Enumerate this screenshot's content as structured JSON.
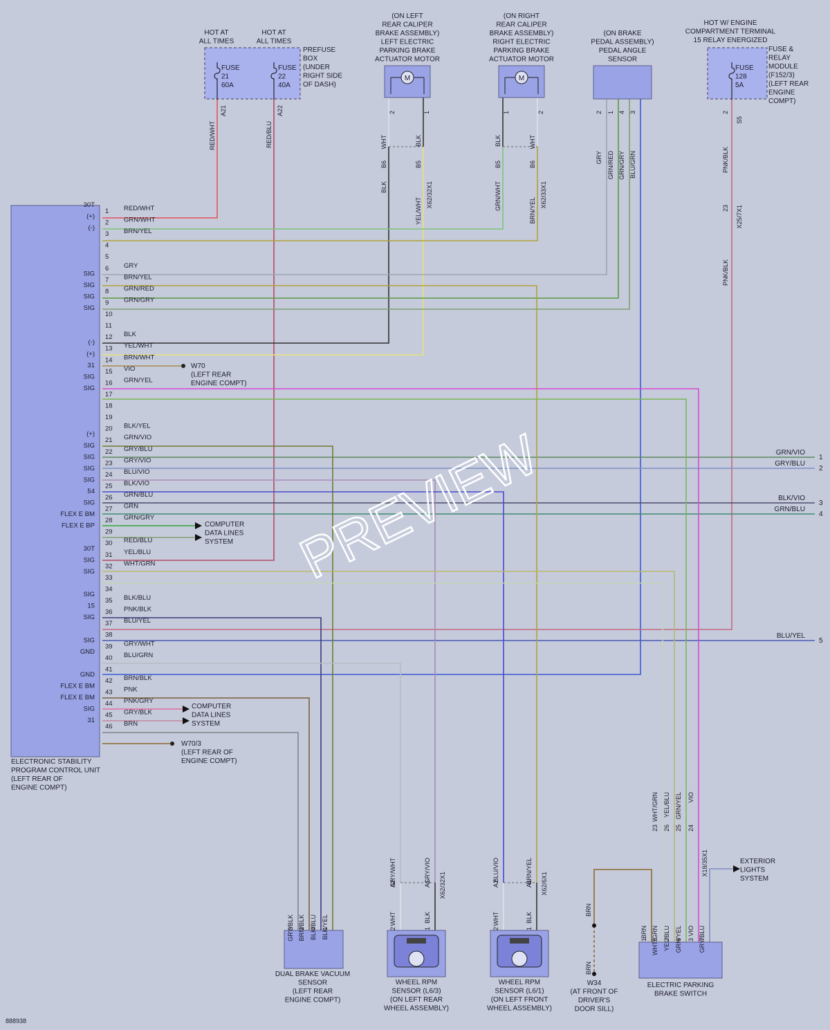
{
  "diagram_id": "888938",
  "watermark": "PREVIEW",
  "colors": {
    "background": "#c6cbdb",
    "component_fill": "#9aa3e6",
    "component_stroke": "#5a5f8a",
    "fuse_fill": "#aab2ee"
  },
  "module": {
    "caption": [
      "ELECTRONIC STABILITY",
      "PROGRAM CONTROL UNIT",
      "(LEFT REAR OF",
      "ENGINE COMPT)"
    ],
    "pins": [
      {
        "n": "1",
        "t": "30T",
        "w": "RED/WHT",
        "c": "#e2555a"
      },
      {
        "n": "2",
        "t": "(+)",
        "w": "GRN/WHT",
        "c": "#7cc47a"
      },
      {
        "n": "3",
        "t": "(-)",
        "w": "BRN/YEL",
        "c": "#b0a23a"
      },
      {
        "n": "4",
        "t": "",
        "w": "",
        "c": ""
      },
      {
        "n": "5",
        "t": "",
        "w": "",
        "c": ""
      },
      {
        "n": "6",
        "t": "",
        "w": "GRY",
        "c": "#9aa6b4"
      },
      {
        "n": "7",
        "t": "SIG",
        "w": "BRN/YEL",
        "c": "#b0a23a"
      },
      {
        "n": "8",
        "t": "SIG",
        "w": "GRN/RED",
        "c": "#5a9a40"
      },
      {
        "n": "9",
        "t": "SIG",
        "w": "GRN/GRY",
        "c": "#7fa070"
      },
      {
        "n": "10",
        "t": "SIG",
        "w": "",
        "c": ""
      },
      {
        "n": "11",
        "t": "",
        "w": "",
        "c": ""
      },
      {
        "n": "12",
        "t": "",
        "w": "BLK",
        "c": "#333333"
      },
      {
        "n": "13",
        "t": "(-)",
        "w": "YEL/WHT",
        "c": "#e6e27a"
      },
      {
        "n": "14",
        "t": "(+)",
        "w": "BRN/WHT",
        "c": "#a88b50"
      },
      {
        "n": "15",
        "t": "31",
        "w": "VIO",
        "c": "#d848d6"
      },
      {
        "n": "16",
        "t": "SIG",
        "w": "GRN/YEL",
        "c": "#7ab852"
      },
      {
        "n": "17",
        "t": "SIG",
        "w": "",
        "c": ""
      },
      {
        "n": "18",
        "t": "",
        "w": "",
        "c": ""
      },
      {
        "n": "19",
        "t": "",
        "w": "",
        "c": ""
      },
      {
        "n": "20",
        "t": "",
        "w": "BLK/YEL",
        "c": "#6f7a30"
      },
      {
        "n": "21",
        "t": "(+)",
        "w": "GRN/VIO",
        "c": "#5c8a60"
      },
      {
        "n": "22",
        "t": "SIG",
        "w": "GRY/BLU",
        "c": "#7e8fc4"
      },
      {
        "n": "23",
        "t": "SIG",
        "w": "GRY/VIO",
        "c": "#a98ab6"
      },
      {
        "n": "24",
        "t": "SIG",
        "w": "BLU/VIO",
        "c": "#4a4ad0"
      },
      {
        "n": "25",
        "t": "SIG",
        "w": "BLK/VIO",
        "c": "#4c4a6a"
      },
      {
        "n": "26",
        "t": "54",
        "w": "GRN/BLU",
        "c": "#3d8d70"
      },
      {
        "n": "27",
        "t": "SIG",
        "w": "GRN",
        "c": "#2faa38"
      },
      {
        "n": "28",
        "t": "FLEX E BM",
        "w": "GRN/GRY",
        "c": "#7fa070"
      },
      {
        "n": "29",
        "t": "FLEX E BP",
        "w": "",
        "c": ""
      },
      {
        "n": "30",
        "t": "",
        "w": "RED/BLU",
        "c": "#b04a64"
      },
      {
        "n": "31",
        "t": "30T",
        "w": "YEL/BLU",
        "c": "#b8b86c"
      },
      {
        "n": "32",
        "t": "SIG",
        "w": "WHT/GRN",
        "c": "#c0d6b8"
      },
      {
        "n": "33",
        "t": "SIG",
        "w": "",
        "c": ""
      },
      {
        "n": "34",
        "t": "",
        "w": "",
        "c": ""
      },
      {
        "n": "35",
        "t": "SIG",
        "w": "BLK/BLU",
        "c": "#3a3a7a"
      },
      {
        "n": "36",
        "t": "15",
        "w": "PNK/BLK",
        "c": "#c06a84"
      },
      {
        "n": "37",
        "t": "SIG",
        "w": "BLU/YEL",
        "c": "#4a5ab6"
      },
      {
        "n": "38",
        "t": "",
        "w": "",
        "c": ""
      },
      {
        "n": "39",
        "t": "SIG",
        "w": "GRY/WHT",
        "c": "#b4bcc4"
      },
      {
        "n": "40",
        "t": "GND",
        "w": "BLU/GRN",
        "c": "#3a5ad6"
      },
      {
        "n": "41",
        "t": "",
        "w": "",
        "c": ""
      },
      {
        "n": "42",
        "t": "GND",
        "w": "BRN/BLK",
        "c": "#7a6040"
      },
      {
        "n": "43",
        "t": "FLEX E BM",
        "w": "PNK",
        "c": "#e070a0"
      },
      {
        "n": "44",
        "t": "FLEX E BM",
        "w": "PNK/GRY",
        "c": "#c088a0"
      },
      {
        "n": "45",
        "t": "SIG",
        "w": "GRY/BLK",
        "c": "#7f858c"
      },
      {
        "n": "46",
        "t": "31",
        "w": "BRN",
        "c": "#8a6a30"
      }
    ]
  },
  "prefuse": {
    "box_label": [
      "PREFUSE",
      "BOX",
      "(UNDER",
      "RIGHT SIDE",
      "OF DASH)"
    ],
    "hot1": [
      "HOT AT",
      "ALL TIMES"
    ],
    "hot2": [
      "HOT AT",
      "ALL TIMES"
    ],
    "fuse21": [
      "FUSE",
      "21",
      "60A"
    ],
    "fuse22": [
      "FUSE",
      "22",
      "40A"
    ],
    "pin21": "A21",
    "pin22": "A22",
    "wire21": "RED/WHT",
    "wire22": "RED/BLU"
  },
  "left_motor": {
    "title": [
      "(ON LEFT",
      "REAR CALIPER",
      "BRAKE ASSEMBLY)",
      "LEFT ELECTRIC",
      "PARKING BRAKE",
      "ACTUATOR MOTOR"
    ],
    "motor_letter": "M",
    "pin_a": "2",
    "pin_b": "1",
    "wire_a": "WHT",
    "wire_b": "BLK",
    "conn_a": "B6",
    "conn_b": "B5",
    "connector": "X62/32X1",
    "wire_a2": "BLK",
    "wire_b2": "YEL/WHT"
  },
  "right_motor": {
    "title": [
      "(ON RIGHT",
      "REAR CALIPER",
      "BRAKE ASSEMBLY)",
      "RIGHT ELECTRIC",
      "PARKING BRAKE",
      "ACTUATOR MOTOR"
    ],
    "motor_letter": "M",
    "pin_a": "1",
    "pin_b": "2",
    "wire_a": "BLK",
    "wire_b": "WHT",
    "conn_a": "B5",
    "conn_b": "B6",
    "connector": "X62/33X1",
    "wire_a2": "GRN/WHT",
    "wire_b2": "BRN/YEL"
  },
  "pedal_sensor": {
    "title": [
      "(ON BRAKE",
      "PEDAL ASSEMBLY)",
      "PEDAL ANGLE",
      "SENSOR"
    ],
    "pins": [
      "2",
      "1",
      "4",
      "3"
    ],
    "wires": [
      "GRY",
      "GRN/RED",
      "GRN/GRY",
      "BLU/GRN"
    ]
  },
  "relay_module": {
    "hot": [
      "HOT W/ ENGINE",
      "COMPARTMENT TERMINAL",
      "15 RELAY ENERGIZED"
    ],
    "label": [
      "FUSE &",
      "RELAY",
      "MODULE",
      "(F152/3)",
      "(LEFT REAR",
      "ENGINE",
      "COMPT)"
    ],
    "fuse": [
      "FUSE",
      "128",
      "5A"
    ],
    "pin": "2",
    "wire": "PNK/BLK",
    "pin_s": "S5",
    "conn_pin": "23",
    "connector": "X25/7X1",
    "wire2": "PNK/BLK"
  },
  "grounds": {
    "w70": [
      "W70",
      "(LEFT REAR",
      "ENGINE COMPT)"
    ],
    "w70_3": [
      "W70/3",
      "(LEFT REAR OF",
      "ENGINE COMPT)"
    ],
    "w34": [
      "W34",
      "(AT FRONT OF",
      "DRIVER'S",
      "DOOR SILL)"
    ],
    "w34_wire": "BRN"
  },
  "data_lines": {
    "a": [
      "COMPUTER",
      "DATA LINES",
      "SYSTEM"
    ],
    "b": [
      "COMPUTER",
      "DATA LINES",
      "SYSTEM"
    ]
  },
  "right_exits": [
    {
      "w": "GRN/VIO",
      "n": "1"
    },
    {
      "w": "GRY/BLU",
      "n": "2"
    },
    {
      "w": "BLK/VIO",
      "n": "3"
    },
    {
      "w": "GRN/BLU",
      "n": "4"
    },
    {
      "w": "BLU/YEL",
      "n": "5"
    }
  ],
  "vacuum_sensor": {
    "title": [
      "DUAL BRAKE VACUUM",
      "SENSOR",
      "(LEFT REAR",
      "ENGINE COMPT)"
    ],
    "pins": [
      "3",
      "2",
      "4",
      "1"
    ],
    "wires": [
      "GRY/BLK",
      "BRN/BLK",
      "BLK/BLU",
      "BLK/YEL"
    ]
  },
  "wheel_rear": {
    "title": [
      "WHEEL RPM",
      "SENSOR (L6/3)",
      "(ON LEFT REAR",
      "WHEEL ASSEMBLY)"
    ],
    "wire_top_a": "GRY/WHT",
    "wire_top_b": "GRY/VIO",
    "conn_a": "A2",
    "conn_b": "A1",
    "connector": "X62/32X1",
    "pin_a": "2",
    "pin_b": "1",
    "wire_a": "WHT",
    "wire_b": "BLK"
  },
  "wheel_front": {
    "title": [
      "WHEEL RPM",
      "SENSOR (L6/1)",
      "(ON LEFT FRONT",
      "WHEEL ASSEMBLY)"
    ],
    "wire_top_a": "BLU/VIO",
    "wire_top_b": "BRN/YEL",
    "conn_a": "A2",
    "conn_b": "A1",
    "connector": "X62/6X1",
    "pin_a": "2",
    "pin_b": "1",
    "wire_a": "WHT",
    "wire_b": "BLK"
  },
  "epb_switch": {
    "title": [
      "ELECTRIC PARKING",
      "BRAKE SWITCH"
    ],
    "top_wires": [
      "WHT/GRN",
      "YEL/BLU",
      "GRN/YEL",
      "VIO"
    ],
    "conn_pins": [
      "23",
      "26",
      "25",
      "24"
    ],
    "connector": "X18/35X1",
    "pins": [
      "1",
      "5",
      "2",
      "6",
      "3",
      "7"
    ],
    "wires": [
      "BRN",
      "WHT/GRN",
      "YEL/BLU",
      "GRN/YEL",
      "VIO",
      "GRY/BLU"
    ]
  },
  "exterior_lights": [
    "EXTERIOR",
    "LIGHTS",
    "SYSTEM"
  ]
}
